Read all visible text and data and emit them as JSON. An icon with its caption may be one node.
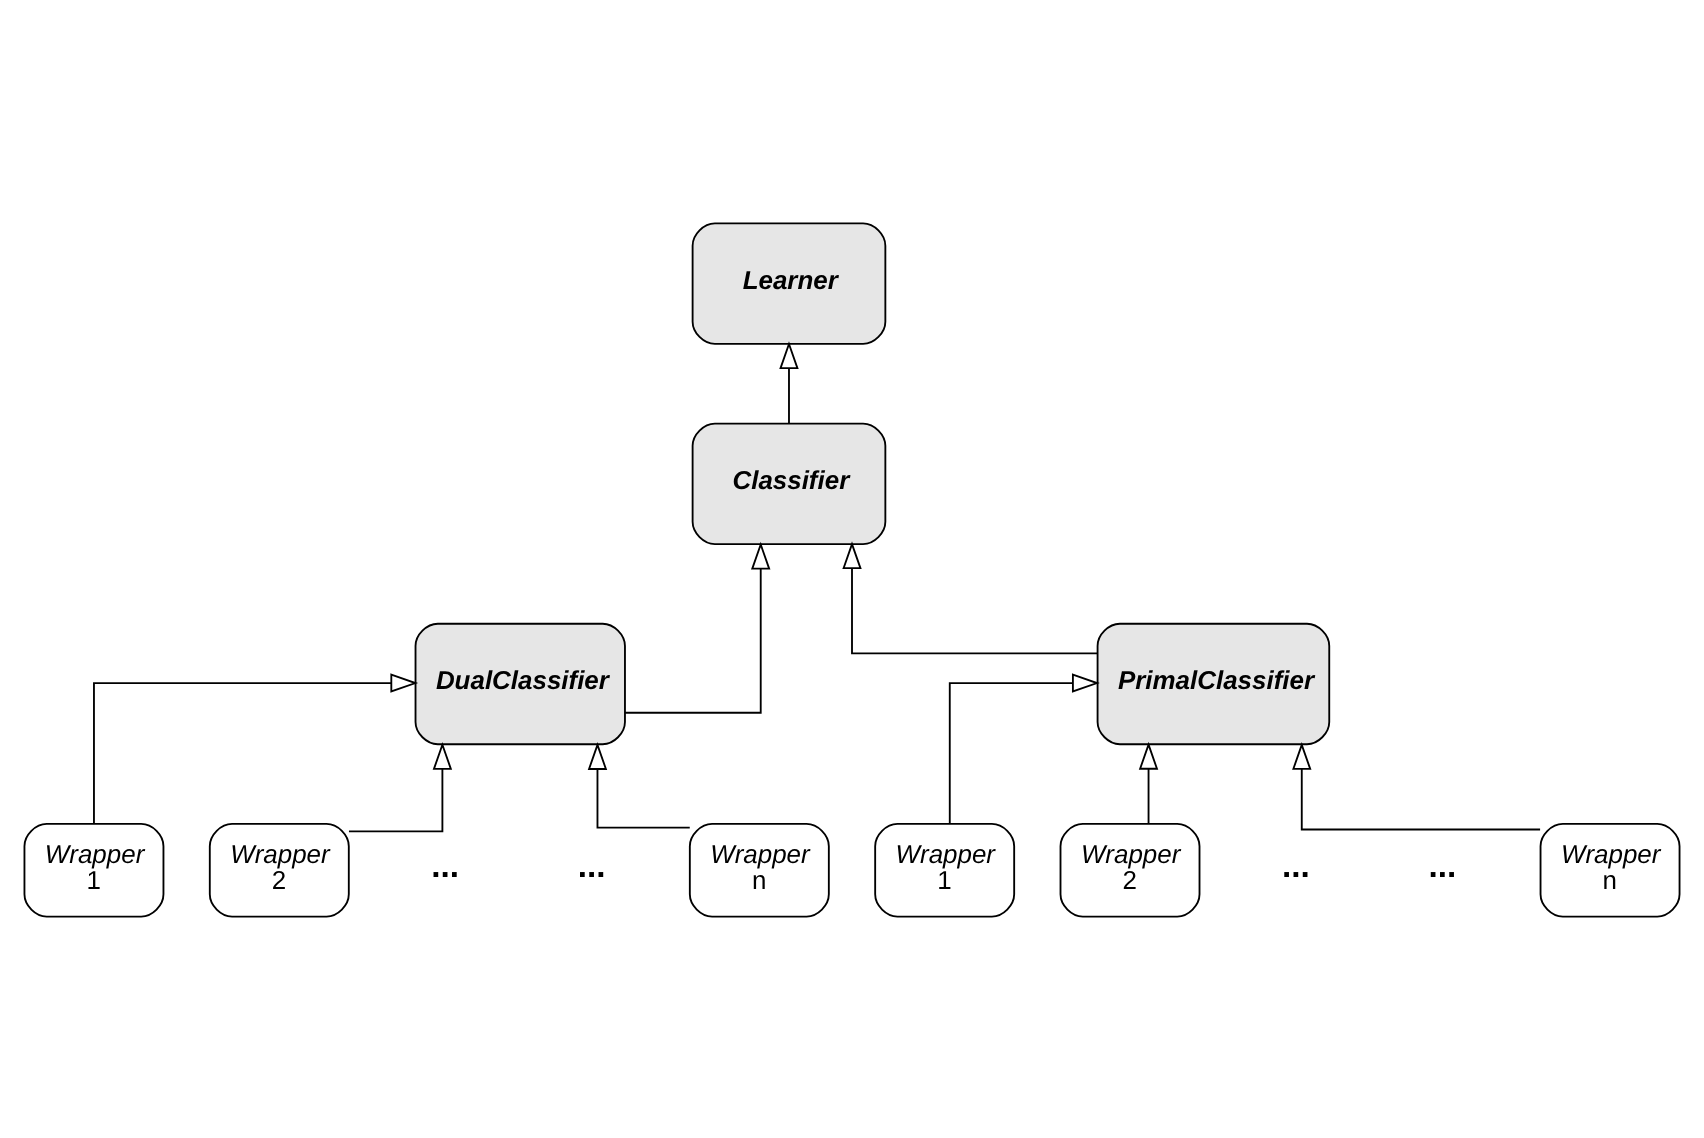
{
  "diagram": {
    "nodes": [
      {
        "text": [
          "Learner"
        ]
      },
      {
        "text": [
          "Classifier"
        ]
      },
      {
        "text": [
          "DualClassifier"
        ]
      },
      {
        "text": [
          "PrimalClassifier"
        ]
      },
      {
        "text": [
          "Wrapper",
          "1"
        ]
      },
      {
        "text": [
          "Wrapper",
          "2"
        ]
      },
      {
        "text": [
          "Wrapper",
          "n"
        ]
      },
      {
        "text": [
          "Wrapper",
          "1"
        ]
      },
      {
        "text": [
          "Wrapper",
          "2"
        ]
      },
      {
        "text": [
          "Wrapper",
          "n"
        ]
      }
    ],
    "edges": [
      {
        "from": 1,
        "to": 0,
        "arrow": "to"
      },
      {
        "from": 2,
        "to": 1,
        "arrow": "to"
      },
      {
        "from": 3,
        "to": 1,
        "arrow": "to"
      },
      {
        "from": 4,
        "to": 2,
        "arrow": "to"
      },
      {
        "from": 5,
        "to": 2,
        "arrow": "to"
      },
      {
        "from": 6,
        "to": 2,
        "arrow": "to"
      },
      {
        "from": 7,
        "to": 3,
        "arrow": "to"
      },
      {
        "from": 8,
        "to": 3,
        "arrow": "to"
      },
      {
        "from": 9,
        "to": 3,
        "arrow": "to"
      }
    ],
    "labels": [
      "...",
      "...",
      "...",
      "..."
    ]
  }
}
